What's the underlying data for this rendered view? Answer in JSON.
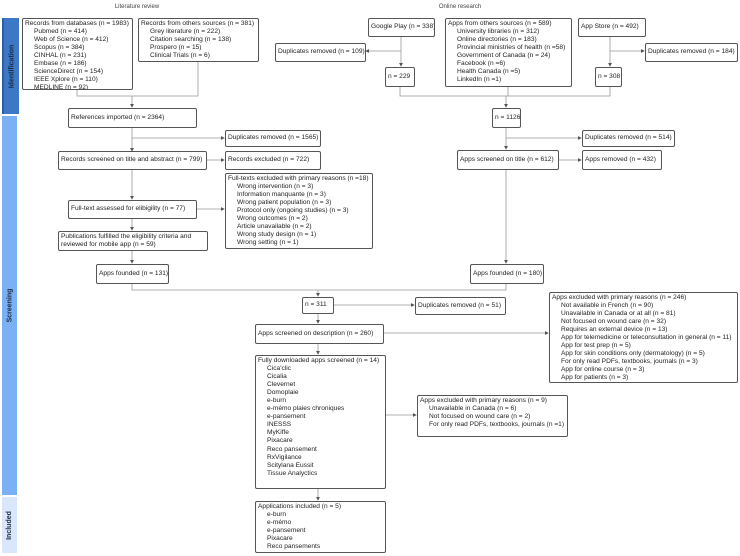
{
  "headers": {
    "literature": "Literature review",
    "online": "Online research"
  },
  "phases": {
    "identification": "Identification",
    "screening": "Screening",
    "included": "Included"
  },
  "colors": {
    "identification": "#3c78c6",
    "screening": "#7cb0f4",
    "included": "#d8e7fb"
  },
  "boxes": {
    "databases": {
      "title": "Records from databases (n = 1983)",
      "items": [
        "Pubmed (n = 414)",
        "Web of Science (n = 412)",
        "Scopus (n = 384)",
        "CINHAL (n = 231)",
        "Embase (n = 186)",
        "ScienceDirect (n = 154)",
        "IEEE Xplore (n = 110)",
        "MEDLINE (n = 92)"
      ]
    },
    "other_sources": {
      "title": "Records from others sources (n = 381)",
      "items": [
        "Grey literature (n = 222)",
        "Citation searching (n = 138)",
        "Prospero (n = 15)",
        "Clinical Trials (n = 6)"
      ]
    },
    "dup_gp": {
      "title": "Duplicates removed (n = 109)"
    },
    "google_play": {
      "title": "Google Play (n = 338)"
    },
    "apps_other": {
      "title": "Apps from others sources (n = 589)",
      "items": [
        "University libraries (n = 312)",
        "Online directories (n = 183)",
        "Provincial ministries of health (n =58)",
        "Government of Canada (n = 24)",
        "Facebook (n =6)",
        "Health Canada (n =5)",
        "LinkedIn (n =1)"
      ]
    },
    "app_store": {
      "title": "App Store (n = 492)"
    },
    "dup_as": {
      "title": "Duplicates removed (n = 184)"
    },
    "n229": {
      "title": "n = 229"
    },
    "n308": {
      "title": "n = 308"
    },
    "refs": {
      "title": "References imported (n = 2364)"
    },
    "n1126": {
      "title": "n = 1126"
    },
    "dup_lit": {
      "title": "Duplicates removed (n = 1565)"
    },
    "dup_online": {
      "title": "Duplicates removed (n = 514)"
    },
    "screened_ta": {
      "title": "Records screened on title and abstract (n = 799)"
    },
    "rec_excl": {
      "title": "Records excluded (n = 722)"
    },
    "apps_title": {
      "title": "Apps screened on title (n = 612)"
    },
    "apps_removed": {
      "title": "Apps removed (n = 432)"
    },
    "ft_excl": {
      "title": "Full-texts excluded with primary reasons (n =18)",
      "items": [
        "Wrong intervention (n = 3)",
        "Information manquante (n = 3)",
        "Wrong patient population (n = 3)",
        "Protocol only (ongoing studies) (n = 3)",
        "Wrong outcomes (n = 2)",
        "Article unavailable (n = 2)",
        "Wrong study design (n = 1)",
        "Wrong setting (n = 1)"
      ]
    },
    "ft_assessed": {
      "title": "Full-text assessed for elibigility (n = 77)"
    },
    "publications": {
      "title": "Publications fulfilled the eligibility criteria and",
      "title2": "reviewed for mobile app (n = 59)"
    },
    "found131": {
      "title": "Apps founded (n = 131)"
    },
    "found180": {
      "title": "Apps founded (n = 180)"
    },
    "n311": {
      "title": "n = 311"
    },
    "dup51": {
      "title": "Duplicates removed (n = 51)"
    },
    "excl246": {
      "title": "Apps excluded with primary reasons (n = 246)",
      "items": [
        "Not available in French (n = 90)",
        "Unavailable in Canada or at all (n = 81)",
        "Not focused on wound care (n = 32)",
        "Requires an external device (n = 13)",
        "App for telemedicine or teleconsultation in general (n = 11)",
        "App for test prep (n = 5)",
        "App for skin conditions only (dermatology) (n = 5)",
        "For only read PDFs, textbooks, journals (n = 3)",
        "App for online course (n = 3)",
        "App for patients (n = 3)"
      ]
    },
    "desc": {
      "title": "Apps screened on description (n = 260)"
    },
    "full_dl": {
      "title": "Fully downloaded apps screened  (n = 14)",
      "items": [
        "Cica'clic",
        "Cicalia",
        "Clevernet",
        "Domoplaie",
        "e-burn",
        "e-mémo plaies chroniques",
        "e-pansement",
        "INESSS",
        "MyKiffe",
        "Pixacare",
        "Reco pansement",
        "RxVigilance",
        "Scitylana Eussit",
        "Tissue Analyctics"
      ]
    },
    "excl9": {
      "title": "Apps excluded with primary reasons (n = 9)",
      "items": [
        "Unavailable in Canada (n = 6)",
        "Not focused on wound care (n = 2)",
        "For only read PDFs, textbooks, journals (n =1)"
      ]
    },
    "included": {
      "title": "Applications included (n = 5)",
      "items": [
        "e-burn",
        "e-mémo",
        "e-pansement",
        "Pixacare",
        "Reco pansements"
      ]
    }
  }
}
